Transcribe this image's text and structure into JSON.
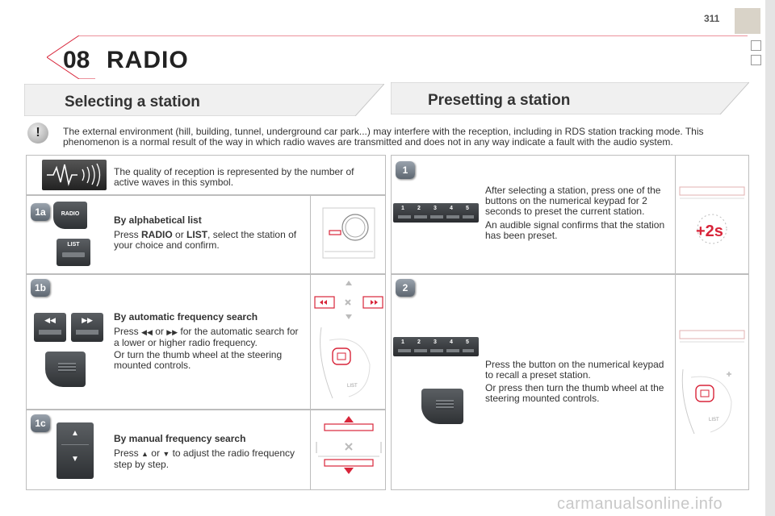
{
  "page_number": "311",
  "chapter": {
    "number": "08",
    "title": "RADIO"
  },
  "sections": {
    "selecting": "Selecting a station",
    "presetting": "Presetting a station"
  },
  "warning_text": "The external environment (hill, building, tunnel, underground car park...) may interfere with the reception, including in RDS station tracking mode. This phenomenon is a normal result of the way in which radio waves are transmitted and does not in any way indicate a fault with the audio system.",
  "reception_text": "The quality of reception is represented by the number of active waves in this symbol.",
  "step_1a": {
    "badge": "1a",
    "heading": "By alphabetical list",
    "text_pre": "Press ",
    "radio": "RADIO",
    "or": " or ",
    "list": "LIST",
    "text_post": ", select the station of your choice and confirm.",
    "btn_radio": "RADIO",
    "btn_list": "LIST"
  },
  "step_1b": {
    "badge": "1b",
    "heading": "By automatic frequency search",
    "press": "Press",
    "or": "or",
    "text_post": "for the automatic search for a lower or higher radio frequency.",
    "text2": "Or turn the thumb wheel at the steering mounted controls."
  },
  "step_1c": {
    "badge": "1c",
    "heading": "By manual frequency search",
    "press": "Press",
    "or": "or",
    "text_post": "to adjust the radio frequency step by step."
  },
  "step_1": {
    "badge": "1",
    "text1": "After selecting a station, press one of the buttons on the numerical keypad for 2 seconds to preset the current station.",
    "text2": "An audible signal confirms that the station has been preset.",
    "hold_label": "+2s"
  },
  "step_2": {
    "badge": "2",
    "text1": "Press the button on the numerical keypad to recall a preset station.",
    "text2": "Or press then turn the thumb wheel at the steering mounted controls."
  },
  "keypad_digits": [
    "1",
    "2",
    "3",
    "4",
    "5"
  ],
  "wheel_label": "LIST",
  "watermark": "carmanualsonline.info",
  "colors": {
    "accent_red": "#d8253a",
    "panel_border": "#bdbdbd"
  }
}
